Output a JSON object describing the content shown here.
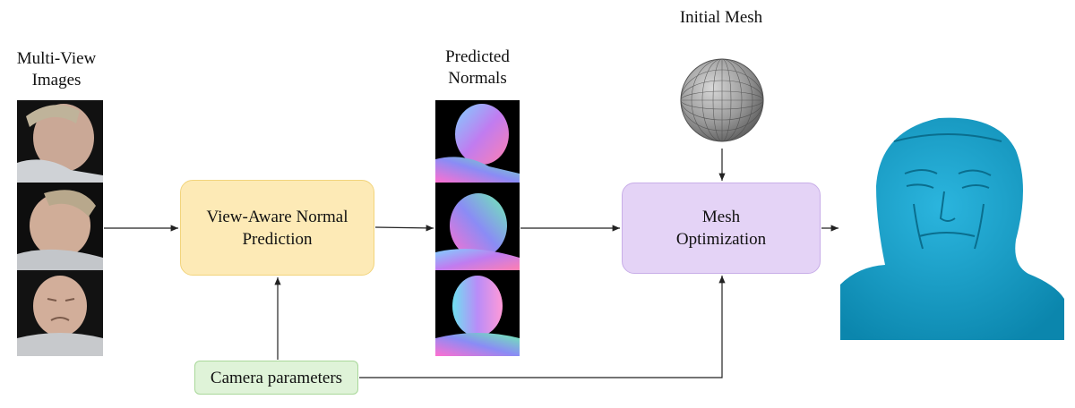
{
  "labels": {
    "multi_view": "Multi-View\nImages",
    "predicted": "Predicted\nNormals",
    "initial_mesh": "Initial Mesh"
  },
  "boxes": {
    "normal_prediction": "View-Aware Normal\nPrediction",
    "mesh_optimization": "Mesh\nOptimization",
    "camera": "Camera parameters"
  },
  "colors": {
    "normal_box": "#fdeab6",
    "mesh_box": "#e4d3f6",
    "camera_box": "#dff3d8",
    "output_mesh": "#1aa3cc",
    "sphere": "#9a9a9a"
  },
  "icons": {
    "input_images": "face-photo-thumbnails",
    "normal_maps": "normal-map-thumbnails",
    "sphere": "initial-sphere-mesh",
    "output": "reconstructed-face-mesh"
  }
}
